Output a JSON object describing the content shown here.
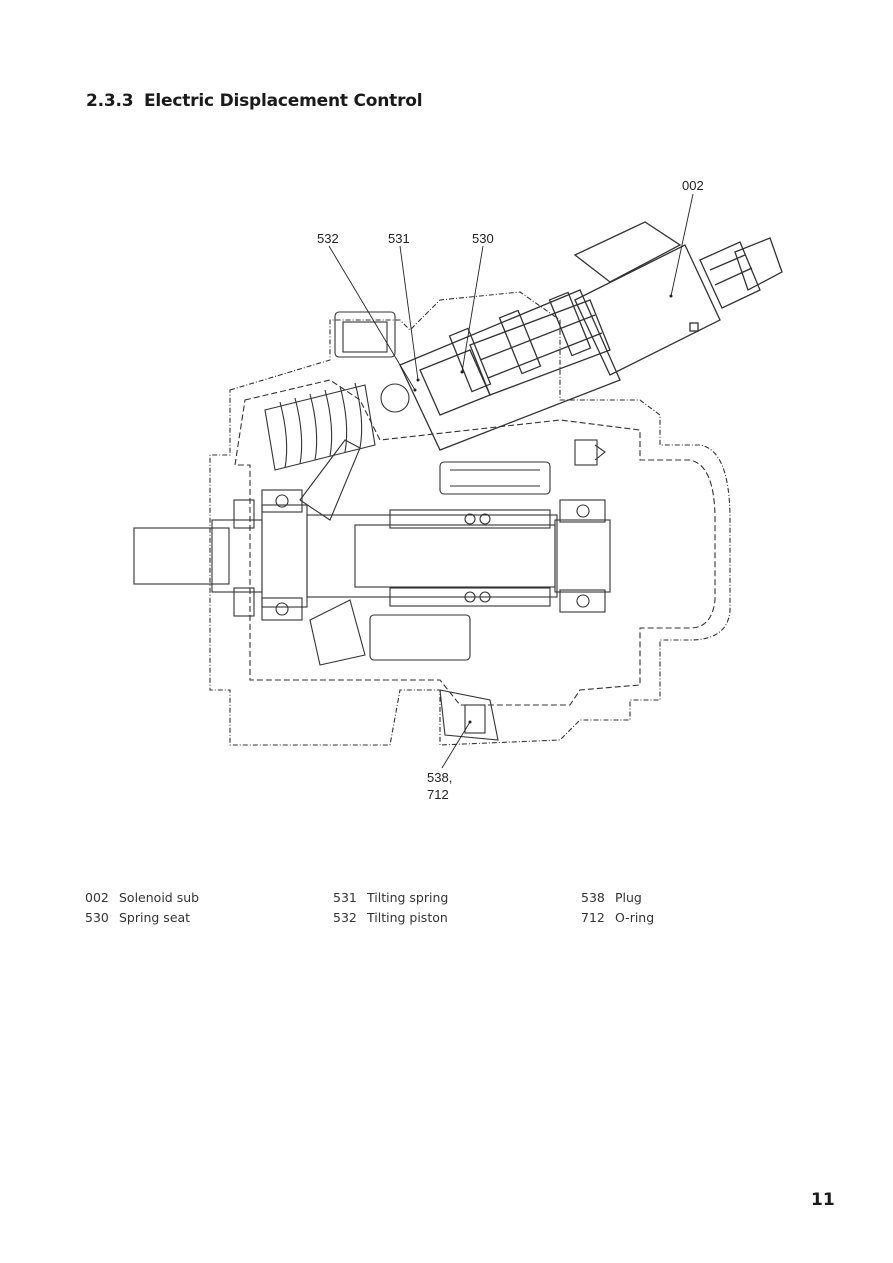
{
  "section": {
    "number": "2.3.3",
    "title": "Electric Displacement Control"
  },
  "callouts": {
    "c002": "002",
    "c532": "532",
    "c531": "531",
    "c530": "530",
    "c538_line1": "538,",
    "c538_line2": "712"
  },
  "legend": {
    "col1": [
      {
        "code": "002",
        "label": "Solenoid sub"
      },
      {
        "code": "530",
        "label": "Spring seat"
      }
    ],
    "col2": [
      {
        "code": "531",
        "label": "Tilting spring"
      },
      {
        "code": "532",
        "label": "Tilting piston"
      }
    ],
    "col3": [
      {
        "code": "538",
        "label": "Plug"
      },
      {
        "code": "712",
        "label": "O-ring"
      }
    ]
  },
  "page_number": "11"
}
